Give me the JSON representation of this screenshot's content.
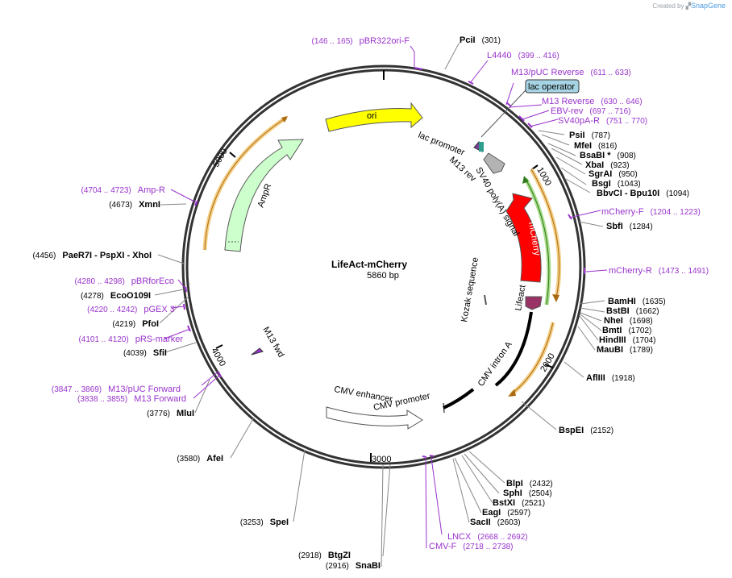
{
  "credit": {
    "prefix": "Created by",
    "brand": "SnapGene"
  },
  "plasmid": {
    "name": "LifeAct-mCherry",
    "length": "5860 bp"
  },
  "ticks": [
    "1000",
    "2000",
    "3000",
    "4000",
    "5000"
  ],
  "features": {
    "ori": "ori",
    "ampr": "AmpR",
    "mcherry": "mCherry",
    "lifeact": "Lifeact",
    "kozak": "Kozak sequence",
    "cmv_intron": "CMV intron A",
    "cmv_enhancer": "CMV enhancer",
    "cmv_promoter": "CMV promoter",
    "sv40": "SV40 poly(A) signal",
    "lac_promoter": "lac promoter",
    "m13_rev": "M13 rev",
    "m13_fwd": "M13 fwd",
    "lac_operator": "lac operator"
  },
  "enzymes": [
    {
      "name": "PciI",
      "pos": "(301)"
    },
    {
      "name": "PsiI",
      "pos": "(787)"
    },
    {
      "name": "MfeI",
      "pos": "(816)"
    },
    {
      "name": "BsaBI *",
      "pos": "(908)"
    },
    {
      "name": "XbaI",
      "pos": "(923)"
    },
    {
      "name": "SgrAI",
      "pos": "(950)"
    },
    {
      "name": "BsgI",
      "pos": "(1043)"
    },
    {
      "name": "BbvCI - Bpu10I",
      "pos": "(1094)"
    },
    {
      "name": "SbfI",
      "pos": "(1284)"
    },
    {
      "name": "BamHI",
      "pos": "(1635)"
    },
    {
      "name": "BstBI",
      "pos": "(1662)"
    },
    {
      "name": "NheI",
      "pos": "(1698)"
    },
    {
      "name": "BmtI",
      "pos": "(1702)"
    },
    {
      "name": "HindIII",
      "pos": "(1704)"
    },
    {
      "name": "MauBI",
      "pos": "(1789)"
    },
    {
      "name": "AflIII",
      "pos": "(1918)"
    },
    {
      "name": "BspEI",
      "pos": "(2152)"
    },
    {
      "name": "BlpI",
      "pos": "(2432)"
    },
    {
      "name": "SphI",
      "pos": "(2504)"
    },
    {
      "name": "BstXI",
      "pos": "(2521)"
    },
    {
      "name": "EagI",
      "pos": "(2597)"
    },
    {
      "name": "SacII",
      "pos": "(2603)"
    },
    {
      "name": "BtgZI",
      "pos": "(2918)"
    },
    {
      "name": "SnaBI",
      "pos": "(2916)"
    },
    {
      "name": "SpeI",
      "pos": "(3253)"
    },
    {
      "name": "AfeI",
      "pos": "(3580)"
    },
    {
      "name": "MluI",
      "pos": "(3776)"
    },
    {
      "name": "SfiI",
      "pos": "(4039)"
    },
    {
      "name": "PfoI",
      "pos": "(4219)"
    },
    {
      "name": "EcoO109I",
      "pos": "(4278)"
    },
    {
      "name": "PaeR7I - PspXI - XhoI",
      "pos": "(4456)"
    },
    {
      "name": "XmnI",
      "pos": "(4673)"
    }
  ],
  "primers": [
    {
      "name": "pBR322ori-F",
      "pos": "(146 .. 165)"
    },
    {
      "name": "L4440",
      "pos": "(399 .. 416)"
    },
    {
      "name": "M13/pUC Reverse",
      "pos": "(611 .. 633)"
    },
    {
      "name": "M13 Reverse",
      "pos": "(630 .. 646)"
    },
    {
      "name": "EBV-rev",
      "pos": "(697 .. 716)"
    },
    {
      "name": "SV40pA-R",
      "pos": "(751 .. 770)"
    },
    {
      "name": "mCherry-F",
      "pos": "(1204 .. 1223)"
    },
    {
      "name": "mCherry-R",
      "pos": "(1473 .. 1491)"
    },
    {
      "name": "LNCX",
      "pos": "(2668 .. 2692)"
    },
    {
      "name": "CMV-F",
      "pos": "(2718 .. 2738)"
    },
    {
      "name": "M13 Forward",
      "pos": "(3838 .. 3855)"
    },
    {
      "name": "M13/pUC Forward",
      "pos": "(3847 .. 3869)"
    },
    {
      "name": "pRS-marker",
      "pos": "(4101 .. 4120)"
    },
    {
      "name": "pGEX 3'",
      "pos": "(4220 .. 4242)"
    },
    {
      "name": "pBRforEco",
      "pos": "(4280 .. 4298)"
    },
    {
      "name": "Amp-R",
      "pos": "(4704 .. 4723)"
    }
  ],
  "colors": {
    "ori": "#ffff00",
    "ampr": "#ccffcc",
    "mcherry": "#ff0000",
    "lifeact": "#993366",
    "sv40": "#b3b3b3",
    "primer": "#9933cc",
    "orf_orange": "#f0a030",
    "orf_green": "#66bb44",
    "lac_operator": "#a7d4e4"
  }
}
